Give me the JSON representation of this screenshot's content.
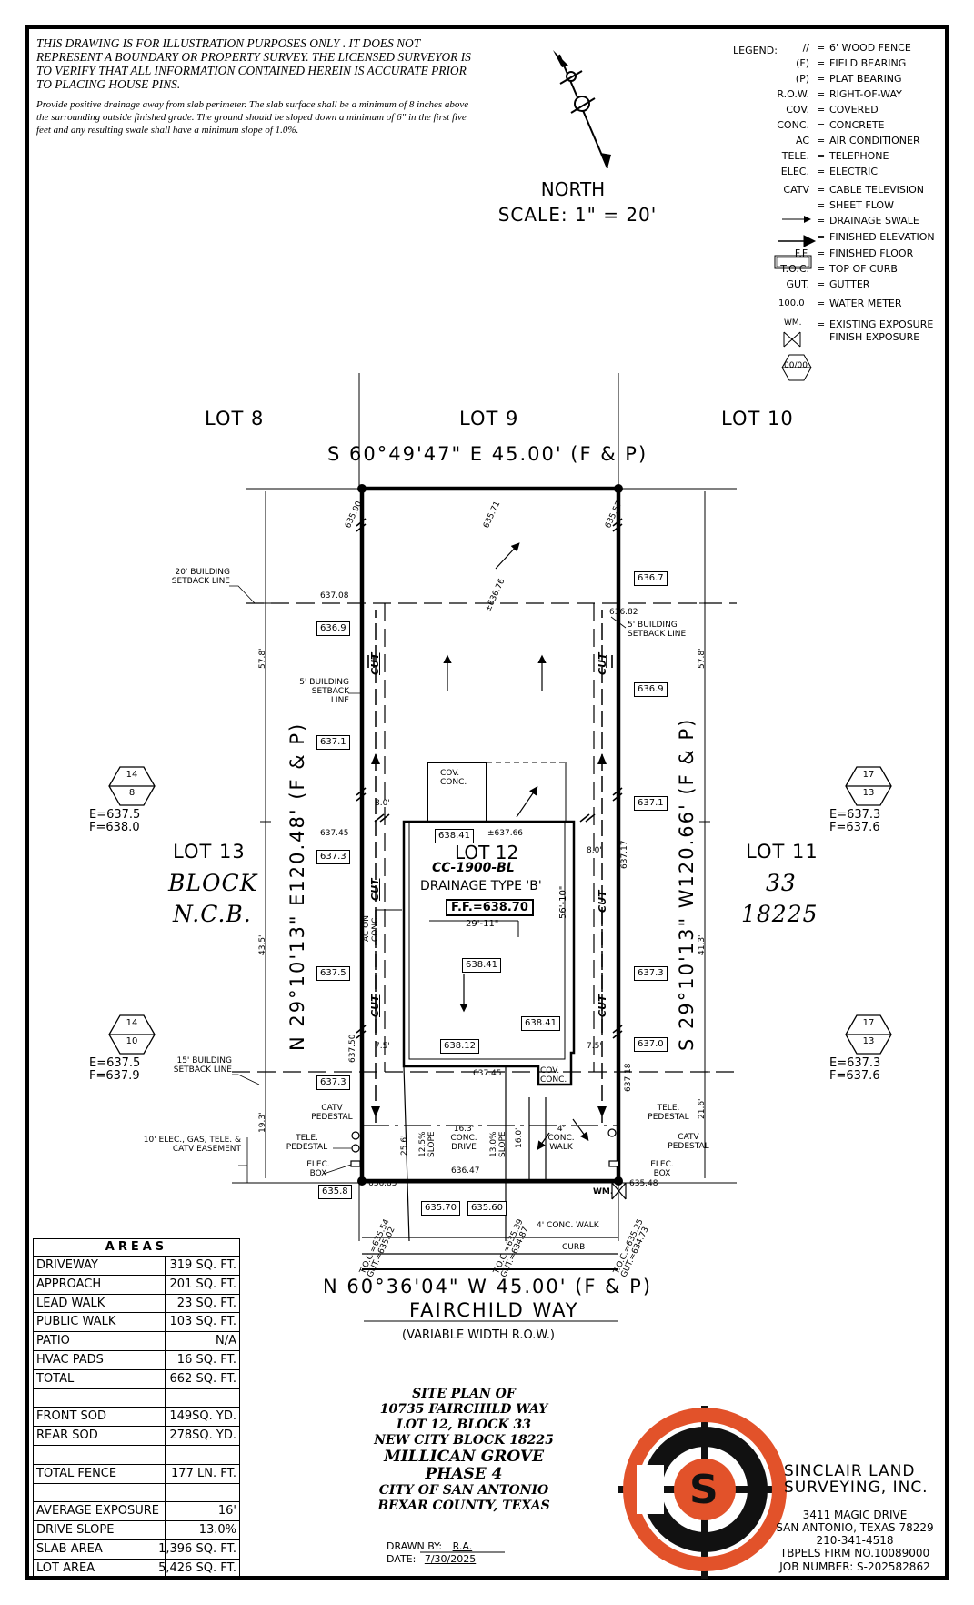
{
  "disclaimer": "THIS DRAWING IS FOR ILLUSTRATION PURPOSES ONLY . IT DOES NOT REPRESENT A BOUNDARY OR PROPERTY SURVEY. THE LICENSED SURVEYOR IS TO VERIFY THAT ALL INFORMATION CONTAINED HEREIN IS ACCURATE PRIOR TO PLACING HOUSE PINS.",
  "drainage_note": "Provide positive drainage away from slab perimeter. The slab surface shall be a minimum of 8 inches above the surrounding outside finished grade. The ground should be sloped down a minimum of 6\" in the first five feet and any resulting swale shall have a minimum slope of 1.0%.",
  "north_label": "NORTH",
  "scale_label": "SCALE: 1\" = 20'",
  "legend_title": "LEGEND:",
  "legend": [
    {
      "key": "//",
      "value": "6' WOOD FENCE"
    },
    {
      "key": "(F)",
      "value": "FIELD BEARING"
    },
    {
      "key": "(P)",
      "value": "PLAT BEARING"
    },
    {
      "key": "R.O.W.",
      "value": "RIGHT-OF-WAY"
    },
    {
      "key": "COV.",
      "value": "COVERED"
    },
    {
      "key": "CONC.",
      "value": "CONCRETE"
    },
    {
      "key": "AC",
      "value": "AIR CONDITIONER"
    },
    {
      "key": "TELE.",
      "value": "TELEPHONE"
    },
    {
      "key": "ELEC.",
      "value": "ELECTRIC"
    },
    {
      "key": "CATV",
      "value": "CABLE TELEVISION"
    },
    {
      "key": "",
      "value": "SHEET FLOW"
    },
    {
      "key": "",
      "value": "DRAINAGE SWALE"
    },
    {
      "key": "100.0",
      "value": "FINISHED ELEVATION"
    },
    {
      "key": "F.F.",
      "value": "FINISHED FLOOR"
    },
    {
      "key": "T.O.C.",
      "value": "TOP OF CURB"
    },
    {
      "key": "GUT.",
      "value": "GUTTER"
    },
    {
      "key": "WM.",
      "value": "WATER METER"
    },
    {
      "key": "00/00",
      "value": "EXISTING EXPOSURE"
    },
    {
      "key": "",
      "value": "FINISH EXPOSURE"
    }
  ],
  "plan": {
    "lot8": "LOT 8",
    "lot9": "LOT 9",
    "lot10": "LOT 10",
    "lot13": "LOT 13",
    "lot11": "LOT 11",
    "top_bearing": "S 60°49'47\" E 45.00' (F & P)",
    "bottom_bearing": "N 60°36'04\" W 45.00' (F & P)",
    "left_bearing": "N 29°10'13\" E120.48' (F & P)",
    "right_bearing": "S 29°10'13\" W120.66' (F & P)",
    "block": "BLOCK",
    "ncb": "N.C.B.",
    "block_no": "33",
    "ncb_no": "18225",
    "street": "FAIRCHILD WAY",
    "row": "(VARIABLE WIDTH R.O.W.)",
    "lot_label": "LOT 12",
    "plan_name": "CC-1900-BL",
    "drainage_type": "DRAINAGE TYPE 'B'",
    "ff": "F.F.=638.70",
    "house_width": "29'-11\"",
    "house_depth": "56'-10\"",
    "setback_20": "20' BUILDING SETBACK LINE",
    "setback_5l": "5' BUILDING SETBACK LINE",
    "setback_5r": "5' BUILDING SETBACK LINE",
    "setback_15": "15' BUILDING SETBACK LINE",
    "easement": "10' ELEC., GAS, TELE. & CATV EASEMENT",
    "dim_57_8_l": "57.8'",
    "dim_57_8_r": "57.8'",
    "dim_43_5": "43.5'",
    "dim_41_3": "41.3'",
    "dim_19_3": "19.3'",
    "dim_21_6": "21.6'",
    "dim_8_0_l": "8.0'",
    "dim_8_0_r": "8.0'",
    "dim_7_5_l": "7.5'",
    "dim_7_5_r": "7.5'",
    "dim_25_6": "25.6'",
    "dim_16_0": "16.0'",
    "slope_l": "12.5% SLOPE",
    "slope_r": "13.0% SLOPE",
    "drive": "16.3' CONC. DRIVE",
    "walk_4": "4' CONC. WALK",
    "walk_4b": "4' CONC. WALK",
    "curb": "CURB",
    "cov_conc_top": "COV. CONC.",
    "cov_conc_bot": "COV. CONC.",
    "ac_conc": "AC ON CONC.",
    "catv_l": "CATV PEDESTAL",
    "tele_l": "TELE. PEDESTAL",
    "elec_l": "ELEC. BOX",
    "catv_r": "CATV PEDESTAL",
    "tele_r": "TELE. PEDESTAL",
    "elec_r": "ELEC. BOX",
    "wm": "WM.",
    "cut": "CUT",
    "exp_left_top": {
      "top": "14",
      "bottom": "8",
      "e": "E=637.5",
      "f": "F=638.0"
    },
    "exp_left_bot": {
      "top": "14",
      "bottom": "10",
      "e": "E=637.5",
      "f": "F=637.9"
    },
    "exp_right_top": {
      "top": "17",
      "bottom": "13",
      "e": "E=637.3",
      "f": "F=637.6"
    },
    "exp_right_bot": {
      "top": "17",
      "bottom": "13",
      "e": "E=637.3",
      "f": "F=637.6"
    },
    "elev_boxes": [
      "636.7",
      "636.9",
      "637.1",
      "637.3",
      "637.0",
      "636.9",
      "637.1",
      "637.3",
      "637.5",
      "637.3",
      "638.41",
      "638.41",
      "638.41",
      "638.12",
      "635.8",
      "635.70",
      "635.60"
    ],
    "elev_text": [
      "635.90",
      "635.71",
      "635.57",
      "637.08",
      "±636.76",
      "636.82",
      "637.45",
      "±637.66",
      "637.17",
      "637.50",
      "637.45",
      "637.18",
      "636.85",
      "636.47",
      "635.48"
    ],
    "toc_l": "T.O.C.=635.54 GUT.=635.02",
    "toc_m": "T.O.C.=635.39 GUT.=634.87",
    "toc_r": "T.O.C.=635.25 GUT.=634.73"
  },
  "areas_title": "AREAS",
  "areas": [
    {
      "label": "DRIVEWAY",
      "value": "319 SQ. FT."
    },
    {
      "label": "APPROACH",
      "value": "201 SQ. FT."
    },
    {
      "label": "LEAD WALK",
      "value": "23 SQ. FT."
    },
    {
      "label": "PUBLIC WALK",
      "value": "103 SQ. FT."
    },
    {
      "label": "PATIO",
      "value": "N/A"
    },
    {
      "label": "HVAC PADS",
      "value": "16 SQ. FT."
    },
    {
      "label": "TOTAL",
      "value": "662 SQ. FT."
    },
    {
      "label": "",
      "value": ""
    },
    {
      "label": "FRONT SOD",
      "value": "149SQ. YD."
    },
    {
      "label": "REAR SOD",
      "value": "278SQ. YD."
    },
    {
      "label": "",
      "value": ""
    },
    {
      "label": "TOTAL FENCE",
      "value": "177 LN. FT."
    },
    {
      "label": "",
      "value": ""
    },
    {
      "label": "AVERAGE EXPOSURE",
      "value": "16'"
    },
    {
      "label": "DRIVE SLOPE",
      "value": "13.0%"
    },
    {
      "label": "SLAB AREA",
      "value": "1,396 SQ. FT."
    },
    {
      "label": "LOT AREA",
      "value": "5,426 SQ. FT."
    }
  ],
  "title_block": [
    "SITE PLAN OF",
    "10735 FAIRCHILD WAY",
    "LOT 12, BLOCK 33",
    "NEW CITY BLOCK 18225",
    "MILLICAN GROVE",
    "PHASE 4",
    "CITY OF SAN ANTONIO",
    "BEXAR COUNTY, TEXAS"
  ],
  "drawn_by_label": "DRAWN BY:",
  "drawn_by": "R.A.",
  "date_label": "DATE:",
  "date": "7/30/2025",
  "company": [
    "SINCLAIR LAND",
    "SURVEYING, INC."
  ],
  "address": [
    "3411 MAGIC DRIVE",
    "SAN ANTONIO, TEXAS 78229",
    "210-341-4518",
    "TBPELS FIRM NO.10089000"
  ],
  "job": "JOB NUMBER: S-202582862",
  "logo_letter": "S",
  "colors": {
    "logo_orange": "#e2522a",
    "logo_black": "#111111"
  }
}
